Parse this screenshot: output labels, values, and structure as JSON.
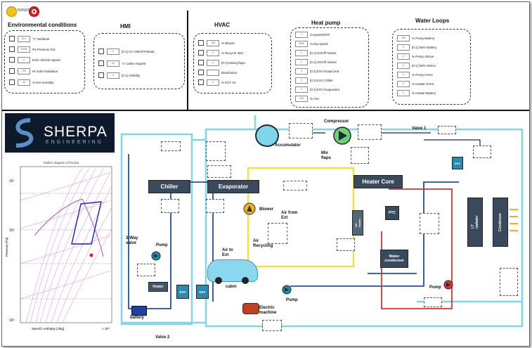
{
  "toolbar": {
    "run_label": "RUN/OK",
    "run_icon": "run-icon",
    "stop_icon": "stop-icon"
  },
  "environment": {
    "title": "Environmental conditions",
    "rows": [
      {
        "value": "20.0",
        "label": "°C  Tambiant"
      },
      {
        "value": "10000",
        "label": "Pa  Pressure Ext"
      },
      {
        "value": "0",
        "label": "km/h  Vehicle Speed"
      },
      {
        "value": "700",
        "label": "W  Solar Radiation"
      },
      {
        "value": "40",
        "label": "%  Ext Humidity"
      }
    ]
  },
  "hmi": {
    "title": "HMI",
    "rows": [
      {
        "value": "1",
        "label": "[0:1]  AC ON/OFF/Mode"
      },
      {
        "value": "22",
        "label": "°C  Cabin request"
      },
      {
        "value": "0",
        "label": "[0:1]  Visibility"
      }
    ]
  },
  "hvac": {
    "title": "HVAC",
    "rows": [
      {
        "value": "100",
        "label": "%  Blower"
      },
      {
        "value": "0",
        "label": "%  Recycle Inlet"
      },
      {
        "value": "0",
        "label": "[0:1]  Mixing flaps"
      },
      {
        "value": "",
        "label": "Distribution"
      },
      {
        "value": "0",
        "label": "%  EXT Air"
      }
    ]
  },
  "heatpump": {
    "title": "Heat pump",
    "rows": [
      {
        "value": "1",
        "label": "CompON/OFF"
      },
      {
        "value": "5000",
        "label": "Comp.speed"
      },
      {
        "value": "0",
        "label": "[0:1]  On/Off Valve1"
      },
      {
        "value": "0",
        "label": "[0:1]  On/Off Valve2"
      },
      {
        "value": "0",
        "label": "[0:1]  EXV EvapCond"
      },
      {
        "value": "0",
        "label": "[0:1]  EXV Chiller"
      },
      {
        "value": "0",
        "label": "[0:1]  EXV Evaporator"
      },
      {
        "value": "100",
        "label": "%  Fan"
      }
    ]
  },
  "waterloops": {
    "title": "Water Loops",
    "rows": [
      {
        "value": "100",
        "label": "%  Pump Battery"
      },
      {
        "value": "0",
        "label": "[0:1]  3WV Battery"
      },
      {
        "value": "0",
        "label": "%  Pump eDrive"
      },
      {
        "value": "0",
        "label": "[0:1]  3WV eDrive"
      },
      {
        "value": "0",
        "label": "%  Pump HVAC"
      },
      {
        "value": "0",
        "label": "%  Heater HVAC"
      },
      {
        "value": "0",
        "label": "%  Heater Battery"
      }
    ]
  },
  "logo": {
    "name": "SHERPA",
    "sub": "ENGINEERING"
  },
  "ph_chart": {
    "title": "Mollier diagram of R134a",
    "xlabel": "Specific enthalpy [J/kg]",
    "ylabel": "Pressure [Pa]",
    "ytick_top": "10⁷",
    "ytick_mid": "10⁶",
    "ytick_bot": "10⁵",
    "xtick_end": "× 10⁵"
  },
  "diagram": {
    "chiller": "Chiller",
    "evaporator": "Evaporator",
    "heater_core": "Heater Core",
    "accumulator": "Accumulator",
    "compressor": "Compressor",
    "valve1": "Valve 1",
    "valve2": "Valve 2",
    "mix": "Mix\nflaps",
    "blower": "Blower",
    "air_from_ext": "Air from\nExt",
    "air_recycling": "Air\nRecycling",
    "air_to_ext": "Air to\nExt",
    "cabin": "cabin",
    "pump_left": "Pump",
    "pump_mid": "Pump",
    "pump_right": "Pump",
    "three_way": "3-Way\nvalve",
    "heater": "Heater",
    "battery": "battery",
    "exv1": "EXV",
    "exv2": "EXV",
    "exv3": "EXV",
    "ptc": "PTC",
    "water_condenser": "Water\ncondenser",
    "electric_machine": "Electric\nmachine",
    "lt_radiator": "LT\nradiator",
    "condenser": "Condenser",
    "hv_heater": "HV\nheater"
  }
}
